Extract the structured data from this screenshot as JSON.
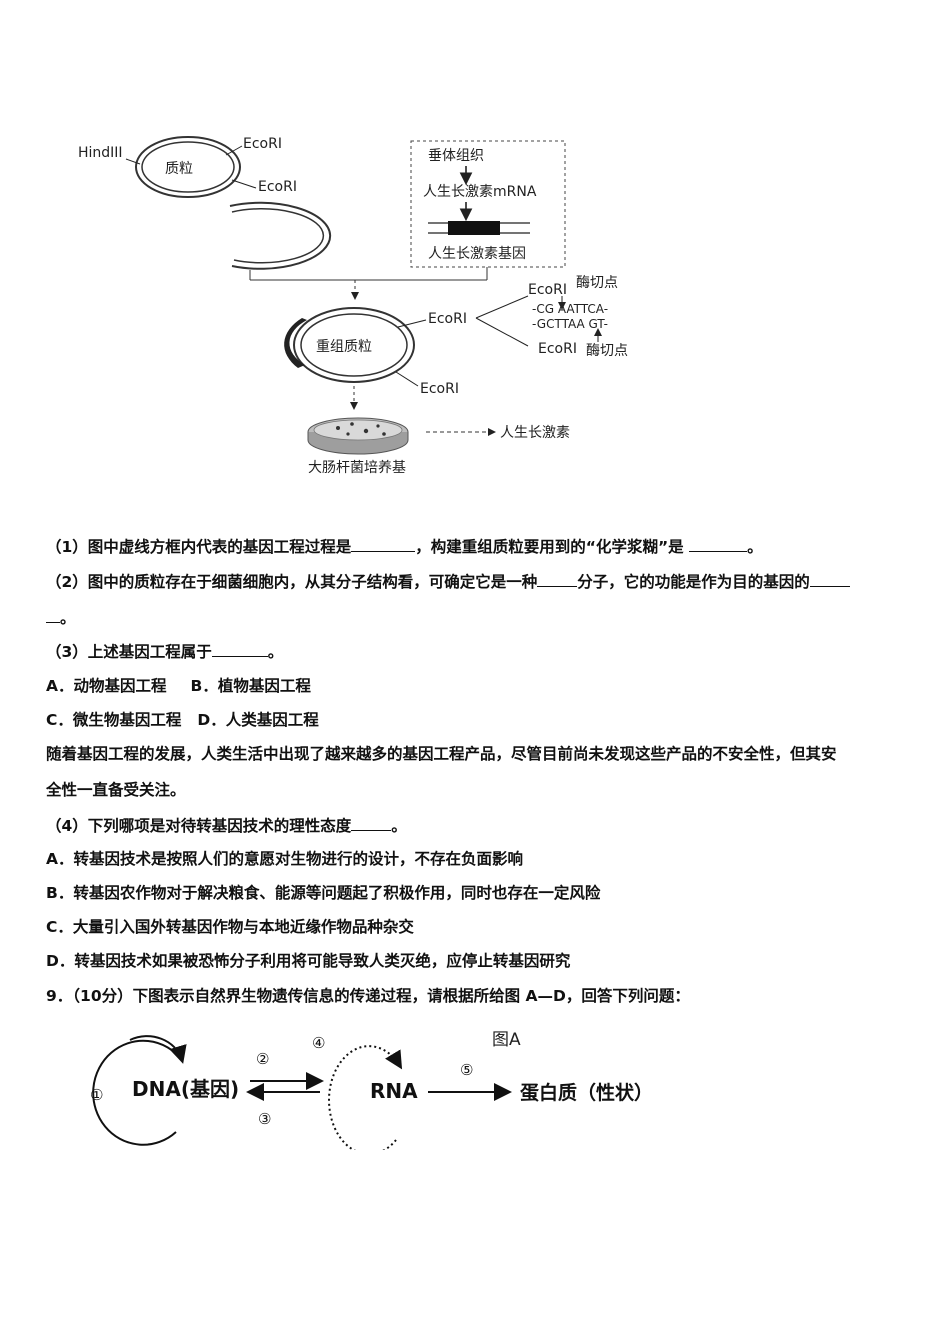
{
  "figure1": {
    "plasmid_label": "质粒",
    "hindiii": "HindIII",
    "ecori_top": "EcoRI",
    "ecori_mid": "EcoRI",
    "box_tissue": "垂体组织",
    "box_mrna": "人生长激素mRNA",
    "box_gene": "人生长激素基因",
    "recomb_label": "重组质粒",
    "recomb_ecori_right": "EcoRI",
    "recomb_ecori_bottom": "EcoRI",
    "cut_top_ecori": "EcoRI",
    "cut_top_label": "酶切点",
    "seq_top": "-CG AATTCA-",
    "seq_bottom": "-GCTTAA GT-",
    "cut_bottom_ecori": "EcoRI",
    "cut_bottom_label": "酶切点",
    "dish_label": "大肠杆菌培养基",
    "product": "人生长激素"
  },
  "questions": {
    "q1_a": "（1）图中虚线方框内代表的基因工程过程是",
    "q1_b": "，构建重组质粒要用到的“化学浆糊”是 ",
    "q1_c": "。",
    "q2_a": "（2）图中的质粒存在于细菌细胞内，从其分子结构看，可确定它是一种",
    "q2_b": "分子，它的功能是作为目的基因的",
    "q2_c": "。",
    "q3": "（3）上述基因工程属于",
    "q3_end": "。",
    "q3_opt_a": "A．动物基因工程",
    "q3_opt_b": "B．植物基因工程",
    "q3_opt_c": "C．微生物基因工程",
    "q3_opt_d": "D．人类基因工程",
    "para_1": "随着基因工程的发展，人类生活中出现了越来越多的基因工程产品，尽管目前尚未发现这些产品的不安全性，但其安",
    "para_2": "全性一直备受关注。",
    "q4": "（4）下列哪项是对待转基因技术的理性态度",
    "q4_end": "。",
    "q4_a": "A．转基因技术是按照人们的意愿对生物进行的设计，不存在负面影响",
    "q4_b": "B．转基因农作物对于解决粮食、能源等问题起了积极作用，同时也存在一定风险",
    "q4_c": "C．大量引入国外转基因作物与本地近缘作物品种杂交",
    "q4_d": "D．转基因技术如果被恐怖分子利用将可能导致人类灭绝，应停止转基因研究",
    "q9": "9．（10分）下图表示自然界生物遗传信息的传递过程，请根据所给图 A—D，回答下列问题："
  },
  "figure2": {
    "title": "图A",
    "dna": "DNA(基因)",
    "rna": "RNA",
    "protein": "蛋白质（性状）",
    "n1": "①",
    "n2": "②",
    "n3": "③",
    "n4": "④",
    "n5": "⑤"
  }
}
